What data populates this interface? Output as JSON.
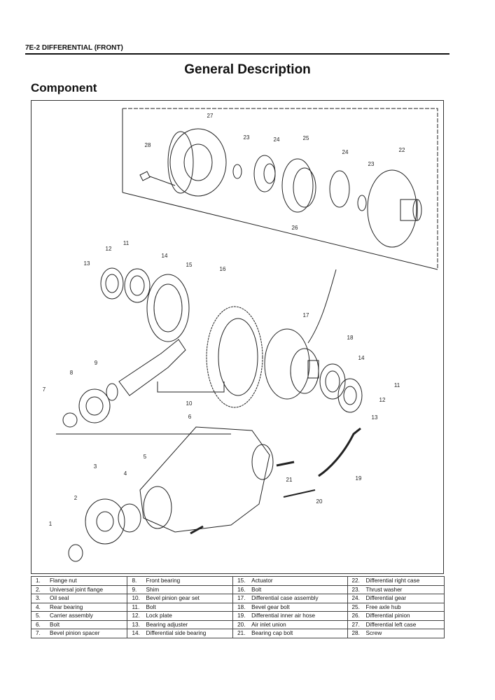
{
  "header": {
    "section": "7E-2 DIFFERENTIAL (FRONT)",
    "title": "General Description",
    "subtitle": "Component"
  },
  "callouts": [
    "27",
    "23",
    "24",
    "25",
    "28",
    "24",
    "22",
    "23",
    "26",
    "11",
    "12",
    "14",
    "13",
    "15",
    "16",
    "17",
    "18",
    "9",
    "14",
    "8",
    "11",
    "7",
    "12",
    "10",
    "13",
    "6",
    "5",
    "3",
    "4",
    "21",
    "19",
    "2",
    "20",
    "1"
  ],
  "parts": [
    [
      {
        "n": "1.",
        "t": "Flange nut"
      },
      {
        "n": "8.",
        "t": "Front bearing"
      },
      {
        "n": "15.",
        "t": "Actuator"
      },
      {
        "n": "22.",
        "t": "Differential right case"
      }
    ],
    [
      {
        "n": "2.",
        "t": "Universal joint flange"
      },
      {
        "n": "9.",
        "t": "Shim"
      },
      {
        "n": "16.",
        "t": "Bolt"
      },
      {
        "n": "23.",
        "t": "Thrust washer"
      }
    ],
    [
      {
        "n": "3.",
        "t": "Oil seal"
      },
      {
        "n": "10.",
        "t": "Bevel pinion gear set"
      },
      {
        "n": "17.",
        "t": "Differential case  assembly"
      },
      {
        "n": "24.",
        "t": "Differential gear"
      }
    ],
    [
      {
        "n": "4.",
        "t": "Rear bearing"
      },
      {
        "n": "11.",
        "t": "Bolt"
      },
      {
        "n": "18.",
        "t": "Bevel gear bolt"
      },
      {
        "n": "25.",
        "t": "Free axle hub"
      }
    ],
    [
      {
        "n": "5.",
        "t": "Carrier assembly"
      },
      {
        "n": "12.",
        "t": "Lock plate"
      },
      {
        "n": "19.",
        "t": "Differential inner air hose"
      },
      {
        "n": "26.",
        "t": "Differential pinion"
      }
    ],
    [
      {
        "n": "6.",
        "t": "Bolt"
      },
      {
        "n": "13.",
        "t": "Bearing adjuster"
      },
      {
        "n": "20.",
        "t": "Air inlet union"
      },
      {
        "n": "27.",
        "t": "Differential left case"
      }
    ],
    [
      {
        "n": "7.",
        "t": "Bevel pinion spacer"
      },
      {
        "n": "14.",
        "t": "Differential side bearing"
      },
      {
        "n": "21.",
        "t": "Bearing cap bolt"
      },
      {
        "n": "28.",
        "t": "Screw"
      }
    ]
  ]
}
